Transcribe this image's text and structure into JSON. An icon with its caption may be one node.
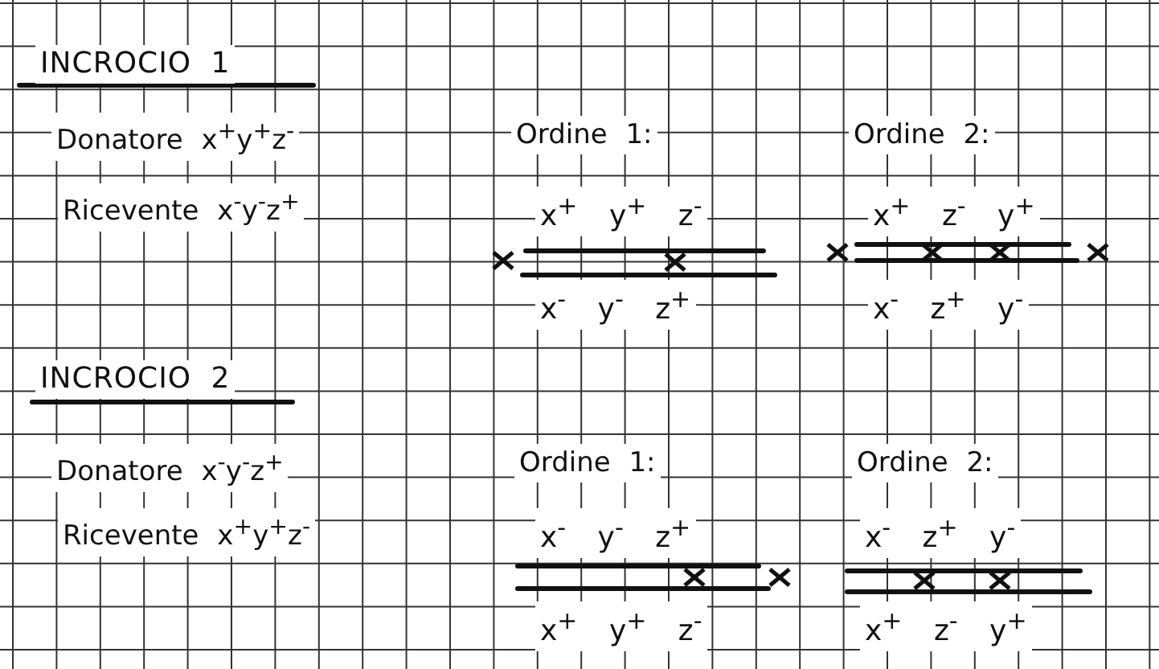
{
  "diagram": {
    "labels": [
      "INCROCIO 1",
      "Donatore x$^{+}$y$^{+}$z$^{-}$",
      "Ordine 1:",
      "Ordine 2:",
      "Ricevente x$^{-}$y$^{-}$z$^{+}$",
      "x$^{+}$ y$^{+}$ z$^{-}$",
      "x$^{+}$ z$^{-}$ y$^{+}$",
      "x$^{-}$ y$^{-}$ z$^{+}$",
      "x$^{-}$ z$^{+}$ y$^{-}$",
      "INCROCIO 2",
      "Donatore x$^{-}$y$^{-}$z$^{+}$",
      "Ordine 1:",
      "Ordine 2:",
      "Ricevente x$^{+}$y$^{+}$z$^{-}$",
      "x$^{-}$ y$^{-}$ z$^{+}$",
      "x$^{-}$ z$^{+}$ y$^{-}$",
      "x$^{+}$ y$^{+}$ z$^{-}$",
      "x$^{+}$ z$^{-}$ y$^{+}$"
    ]
  }
}
